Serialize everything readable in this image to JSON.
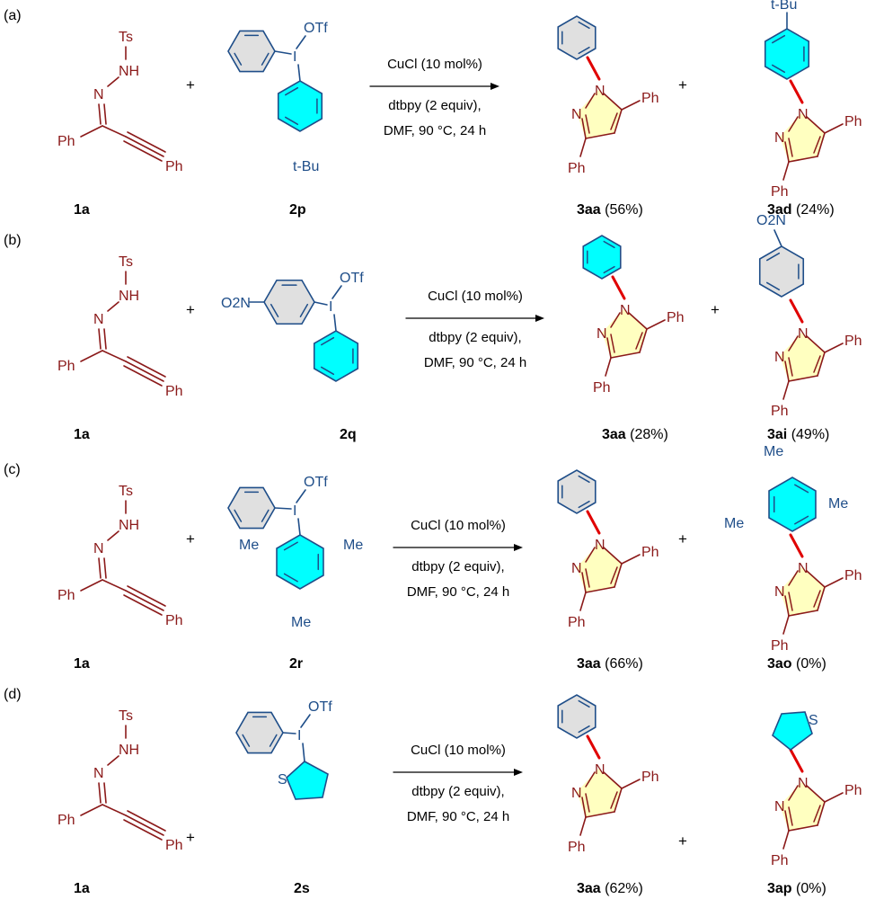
{
  "colors": {
    "reagent_red": "#8b1a1a",
    "aryl_blue": "#1f4e89",
    "ring_grey": "#e0e0e0",
    "ring_cyan": "#00ffff",
    "pyrazole_fill": "#ffffc0",
    "new_bond": "#e00000"
  },
  "panels": [
    {
      "label": "(a)",
      "sub_label": "1a",
      "salt_label": "2p",
      "conditions": [
        "CuCl (10 mol%)",
        "dtbpy (2 equiv),",
        "DMF,  90 °C, 24 h"
      ],
      "products": [
        {
          "id": "3aa",
          "yield": "(56%)"
        },
        {
          "id": "3ad",
          "yield": "(24%)"
        }
      ]
    },
    {
      "label": "(b)",
      "sub_label": "1a",
      "salt_label": "2q",
      "conditions": [
        "CuCl (10 mol%)",
        "dtbpy (2 equiv),",
        "DMF,  90 °C, 24 h"
      ],
      "products": [
        {
          "id": "3aa",
          "yield": "(28%)"
        },
        {
          "id": "3ai",
          "yield": "(49%)"
        }
      ]
    },
    {
      "label": "(c)",
      "sub_label": "1a",
      "salt_label": "2r",
      "conditions": [
        "CuCl (10 mol%)",
        "dtbpy (2 equiv),",
        "DMF,  90 °C, 24 h"
      ],
      "products": [
        {
          "id": "3aa",
          "yield": "(66%)"
        },
        {
          "id": "3ao",
          "yield": "(0%)"
        }
      ]
    },
    {
      "label": "(d)",
      "sub_label": "1a",
      "salt_label": "2s",
      "conditions": [
        "CuCl (10 mol%)",
        "dtbpy (2 equiv),",
        "DMF,  90 °C, 24 h"
      ],
      "products": [
        {
          "id": "3aa",
          "yield": "(62%)"
        },
        {
          "id": "3ap",
          "yield": "(0%)"
        }
      ]
    }
  ],
  "atoms": {
    "ts": "Ts",
    "nh": "NH",
    "n": "N",
    "ph": "Ph",
    "i": "I",
    "otf": "OTf",
    "tbu": "t-Bu",
    "me": "Me",
    "no2": "O2N",
    "s": "S",
    "plus": "+"
  }
}
